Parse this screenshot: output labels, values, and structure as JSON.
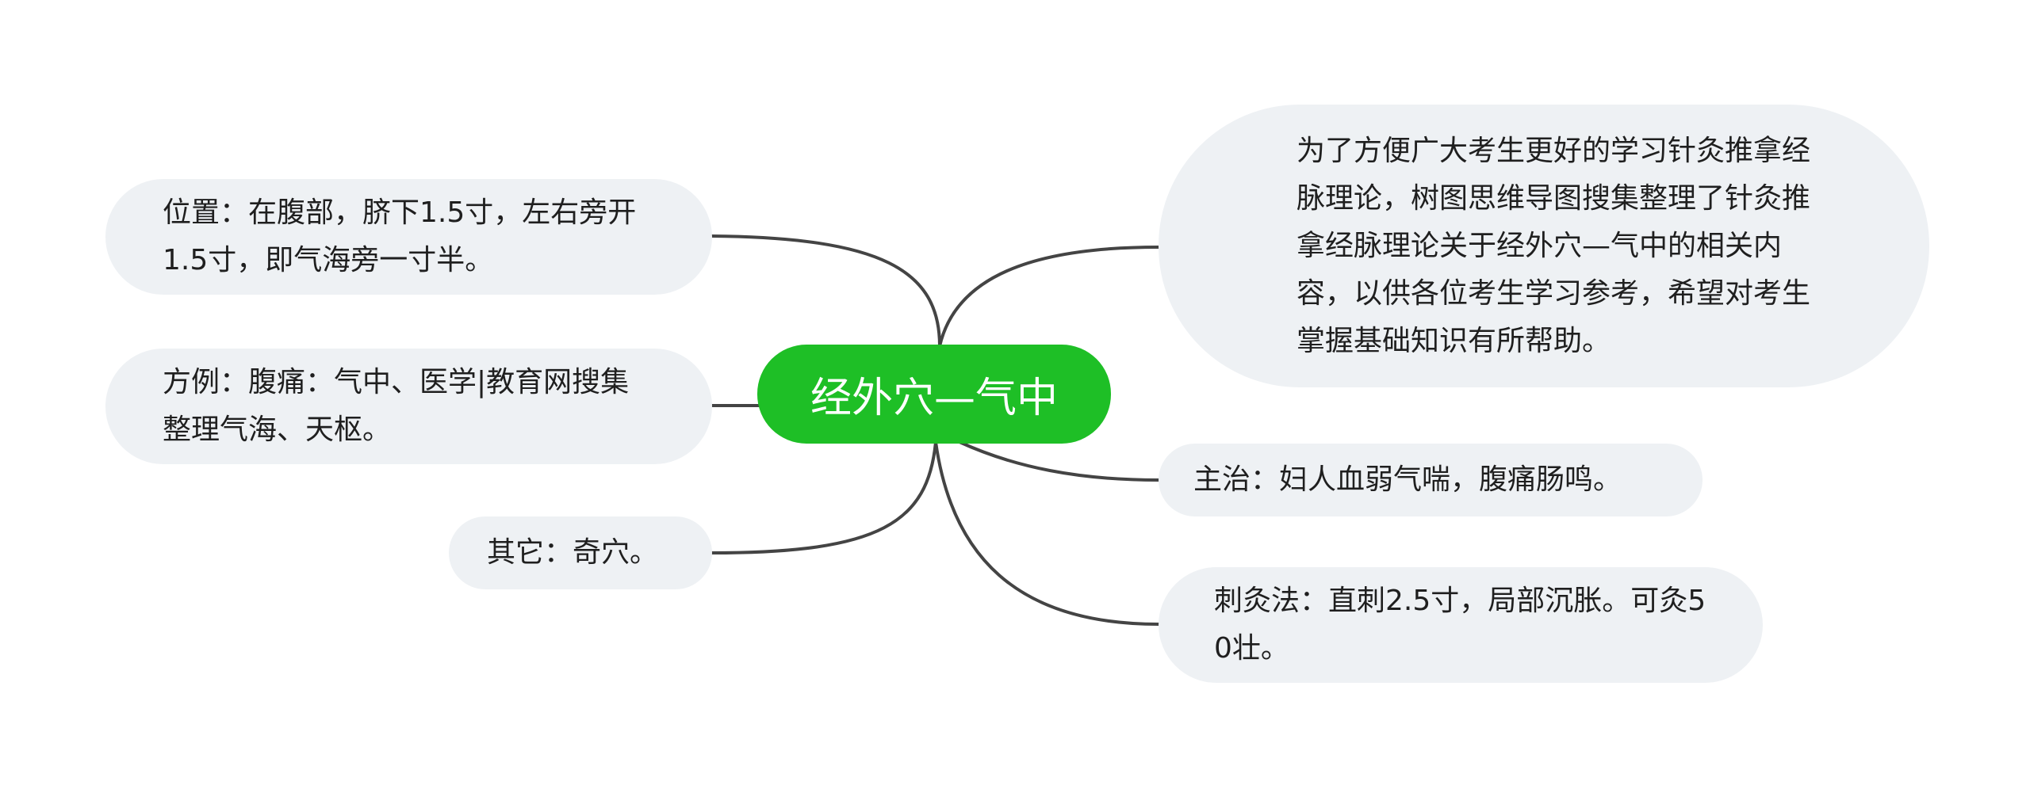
{
  "mindmap": {
    "center": {
      "label": "经外穴—气中",
      "color": "#1ebf26"
    },
    "left": [
      {
        "label": "位置：在腹部，脐下1.5寸，左右旁开1.5寸，即气海旁一寸半。"
      },
      {
        "label": "方例：腹痛：气中、医学|教育网搜集整理气海、天枢。"
      },
      {
        "label": "其它：奇穴。"
      }
    ],
    "right": [
      {
        "label": "为了方便广大考生更好的学习针灸推拿经脉理论，树图思维导图搜集整理了针灸推拿经脉理论关于经外穴—气中的相关内容，以供各位考生学习参考，希望对考生掌握基础知识有所帮助。"
      },
      {
        "label": "主治：妇人血弱气喘，腹痛肠鸣。"
      },
      {
        "label": "刺灸法：直刺2.5寸，局部沉胀。可灸50壮。"
      }
    ],
    "colors": {
      "node_background": "#eef1f4",
      "connector": "#444444",
      "text": "#1f1f1f",
      "center_text": "#ffffff"
    }
  }
}
